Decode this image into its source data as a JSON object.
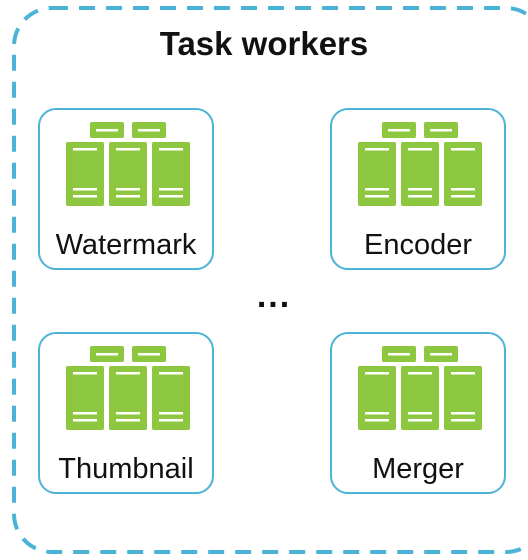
{
  "group": {
    "title": "Task workers",
    "border_color": "#4ab3d6",
    "border_style": "dashed"
  },
  "workers": [
    {
      "label": "Watermark",
      "icon": "server-rack-icon"
    },
    {
      "label": "Encoder",
      "icon": "server-rack-icon"
    },
    {
      "label": "Thumbnail",
      "icon": "server-rack-icon"
    },
    {
      "label": "Merger",
      "icon": "server-rack-icon"
    }
  ],
  "ellipsis": "...",
  "colors": {
    "server_fill": "#8dc63f",
    "server_lines": "#ffffff",
    "card_border": "#4ab3d6",
    "text": "#111111"
  }
}
